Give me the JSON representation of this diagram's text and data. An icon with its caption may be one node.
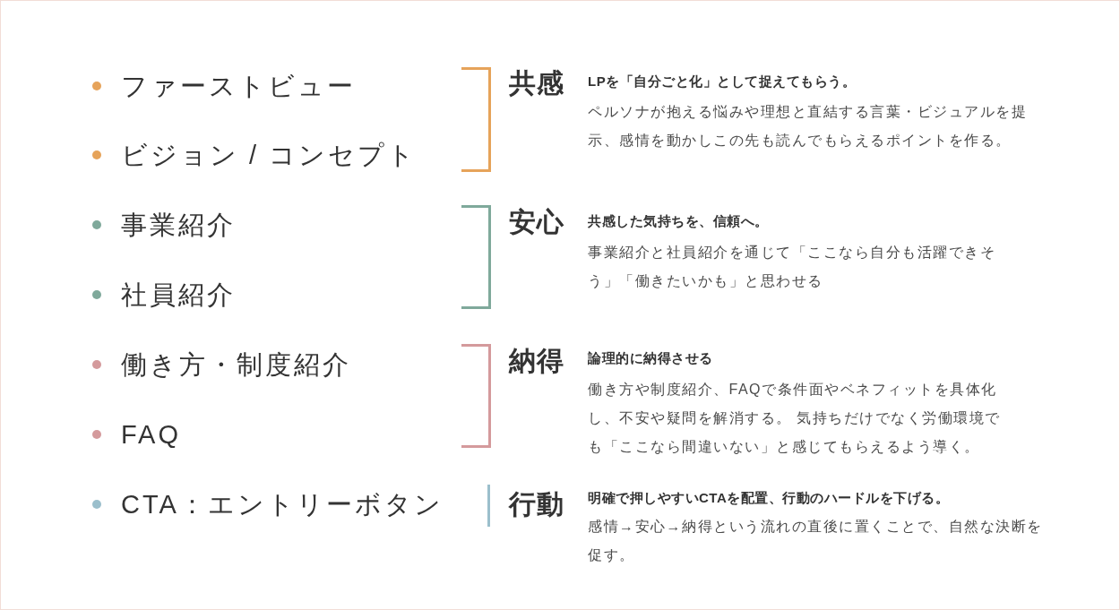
{
  "diagram": {
    "labels": [
      "ファーストビュー",
      "ビジョン / コンセプト",
      "共感",
      "LPを「自分ごと化」として捉えてもらう。",
      "ペルソナが抱える悩みや理想と直結する言葉・ビジュアルを提示、感情を動かしこの先も読んでもらえるポイントを作る。",
      "事業紹介",
      "社員紹介",
      "安心",
      "共感した気持ちを、信頼へ。",
      "事業紹介と社員紹介を通じて「ここなら自分も活躍できそう」「働きたいかも」と思わせる",
      "働き方・制度紹介",
      "FAQ",
      "納得",
      "論理的に納得させる",
      "働き方や制度紹介、FAQで条件面やベネフィットを具体化し、不安や疑問を解消する。 気持ちだけでなく労働環境でも「ここなら間違いない」と感じてもらえるよう導く。",
      "CTA：エントリーボタン",
      "行動",
      "明確で押しやすいCTAを配置、行動のハードルを下げる。",
      "感情→安心→納得という流れの直後に置くことで、自然な決断を促す。"
    ]
  }
}
